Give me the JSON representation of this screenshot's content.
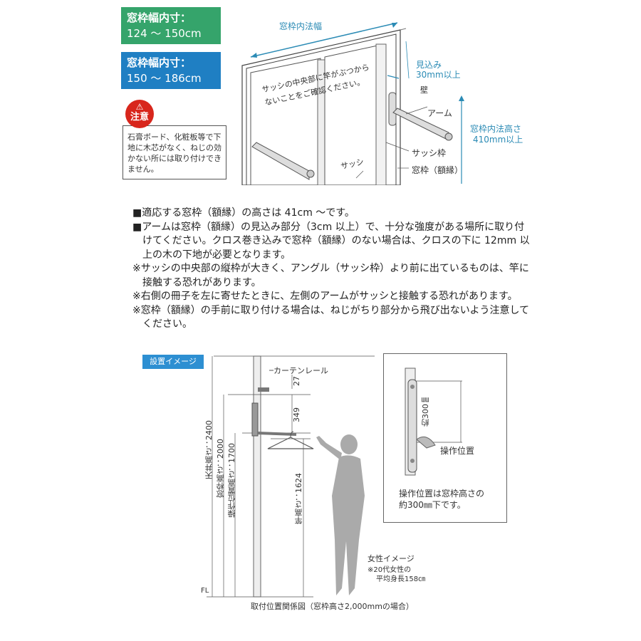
{
  "badges": [
    {
      "title": "窓枠幅内寸：",
      "range": "124 〜 150cm",
      "color": "#35a46b"
    },
    {
      "title": "窓枠幅内寸：",
      "range": "150 〜 186cm",
      "color": "#1f7fc3"
    }
  ],
  "caution": {
    "label": "注意",
    "text": "石膏ボード、化粧板等で下地に木芯がなく、ねじの効かない所には取り付けできません。"
  },
  "window_diagram": {
    "inner_width": "窓枠内法幅",
    "depth_line1": "見込み",
    "depth_line2": "30mm以上",
    "inner_height_line1": "窓枠内法高さ",
    "inner_height_line2": "410mm以上",
    "sash_note_line1": "サッシの中央部に竿がぶつから",
    "sash_note_line2": "ないことをご確認ください。",
    "wall": "壁",
    "arm": "アーム",
    "sash_frame": "サッシ枠",
    "window_frame": "窓枠（額縁）",
    "sash": "サッシ"
  },
  "notes": [
    "■適応する窓枠（額縁）の高さは 41cm 〜です。",
    "■アームは窓枠（額縁）の見込み部分（3cm 以上）で、十分な強度がある場所に取り付けてください。クロス巻き込みで窓枠（額縁）のない場合は、クロスの下に 12mm 以上の木の下地が必要となります。",
    "※サッシの中央部の縦枠が大きく、アングル（サッシ枠）より前に出ているものは、竿に接触する恐れがあります。",
    "※右側の冊子を左に寄せたときに、左側のアームがサッシと接触する恐れがあります。",
    "※窓枠（額縁）の手前に取り付ける場合は、ねじがちり部分から飛び出ないよう注意してください。"
  ],
  "install": {
    "tag": "設置イメージ",
    "curtain_rail": "カーテンレール",
    "dim_27": "27",
    "dim_349": "349",
    "ceiling": "天井高さ：2400",
    "frame_height": "窓枠高さ：2000",
    "operation_height": "操作位置高さ：1700",
    "pole_height": "竿高さ：1624",
    "fl": "FL",
    "woman_line1": "女性イメージ",
    "woman_line2": "※20代女性の",
    "woman_line3": "平均身長158㎝",
    "caption": "取付位置関係図（窓枠高さ2,000mmの場合）"
  },
  "inset": {
    "dim": "約300㎜",
    "operation": "操作位置",
    "text_line1": "操作位置は窓枠高さの",
    "text_line2": "約300㎜下です。"
  },
  "colors": {
    "blue_line": "#2b8bb5",
    "red": "#d8261c"
  }
}
